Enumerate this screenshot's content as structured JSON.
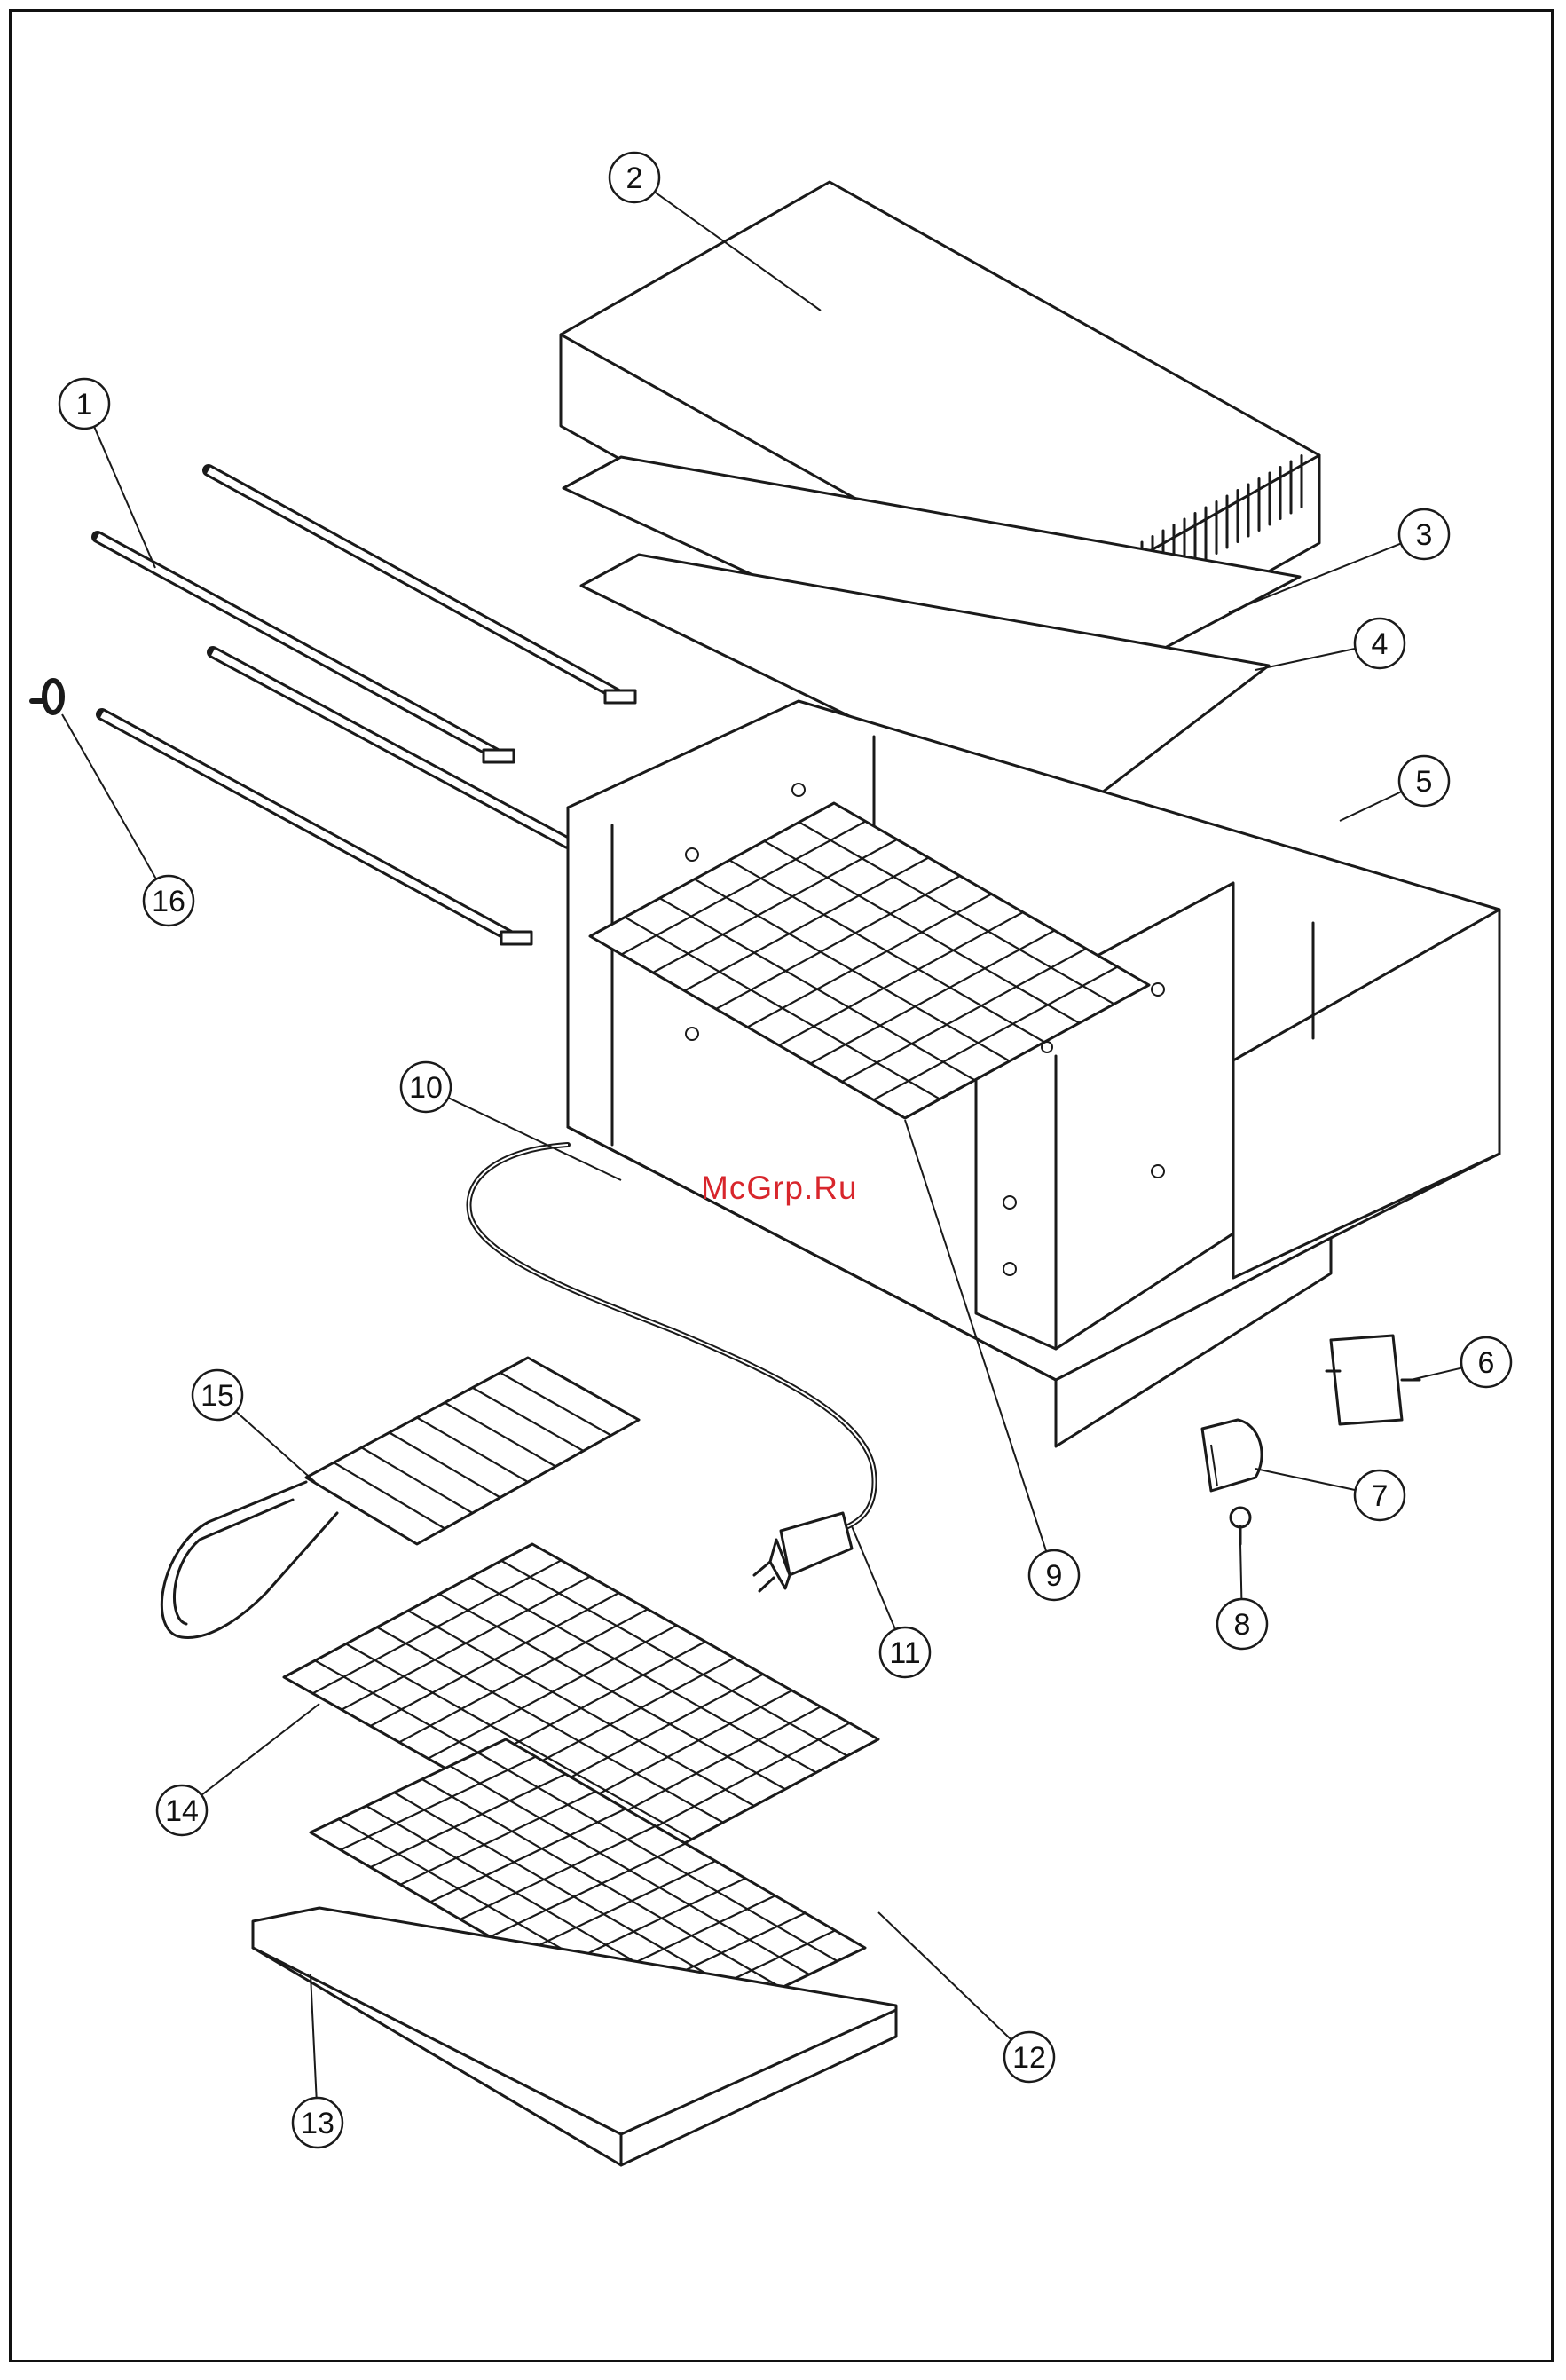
{
  "watermark": "McGrp.Ru",
  "accent_color": "#d8262c",
  "callouts": [
    {
      "num": "1"
    },
    {
      "num": "2"
    },
    {
      "num": "3"
    },
    {
      "num": "4"
    },
    {
      "num": "5"
    },
    {
      "num": "6"
    },
    {
      "num": "7"
    },
    {
      "num": "8"
    },
    {
      "num": "9"
    },
    {
      "num": "10"
    },
    {
      "num": "11"
    },
    {
      "num": "12"
    },
    {
      "num": "13"
    },
    {
      "num": "14"
    },
    {
      "num": "15"
    },
    {
      "num": "16"
    }
  ]
}
